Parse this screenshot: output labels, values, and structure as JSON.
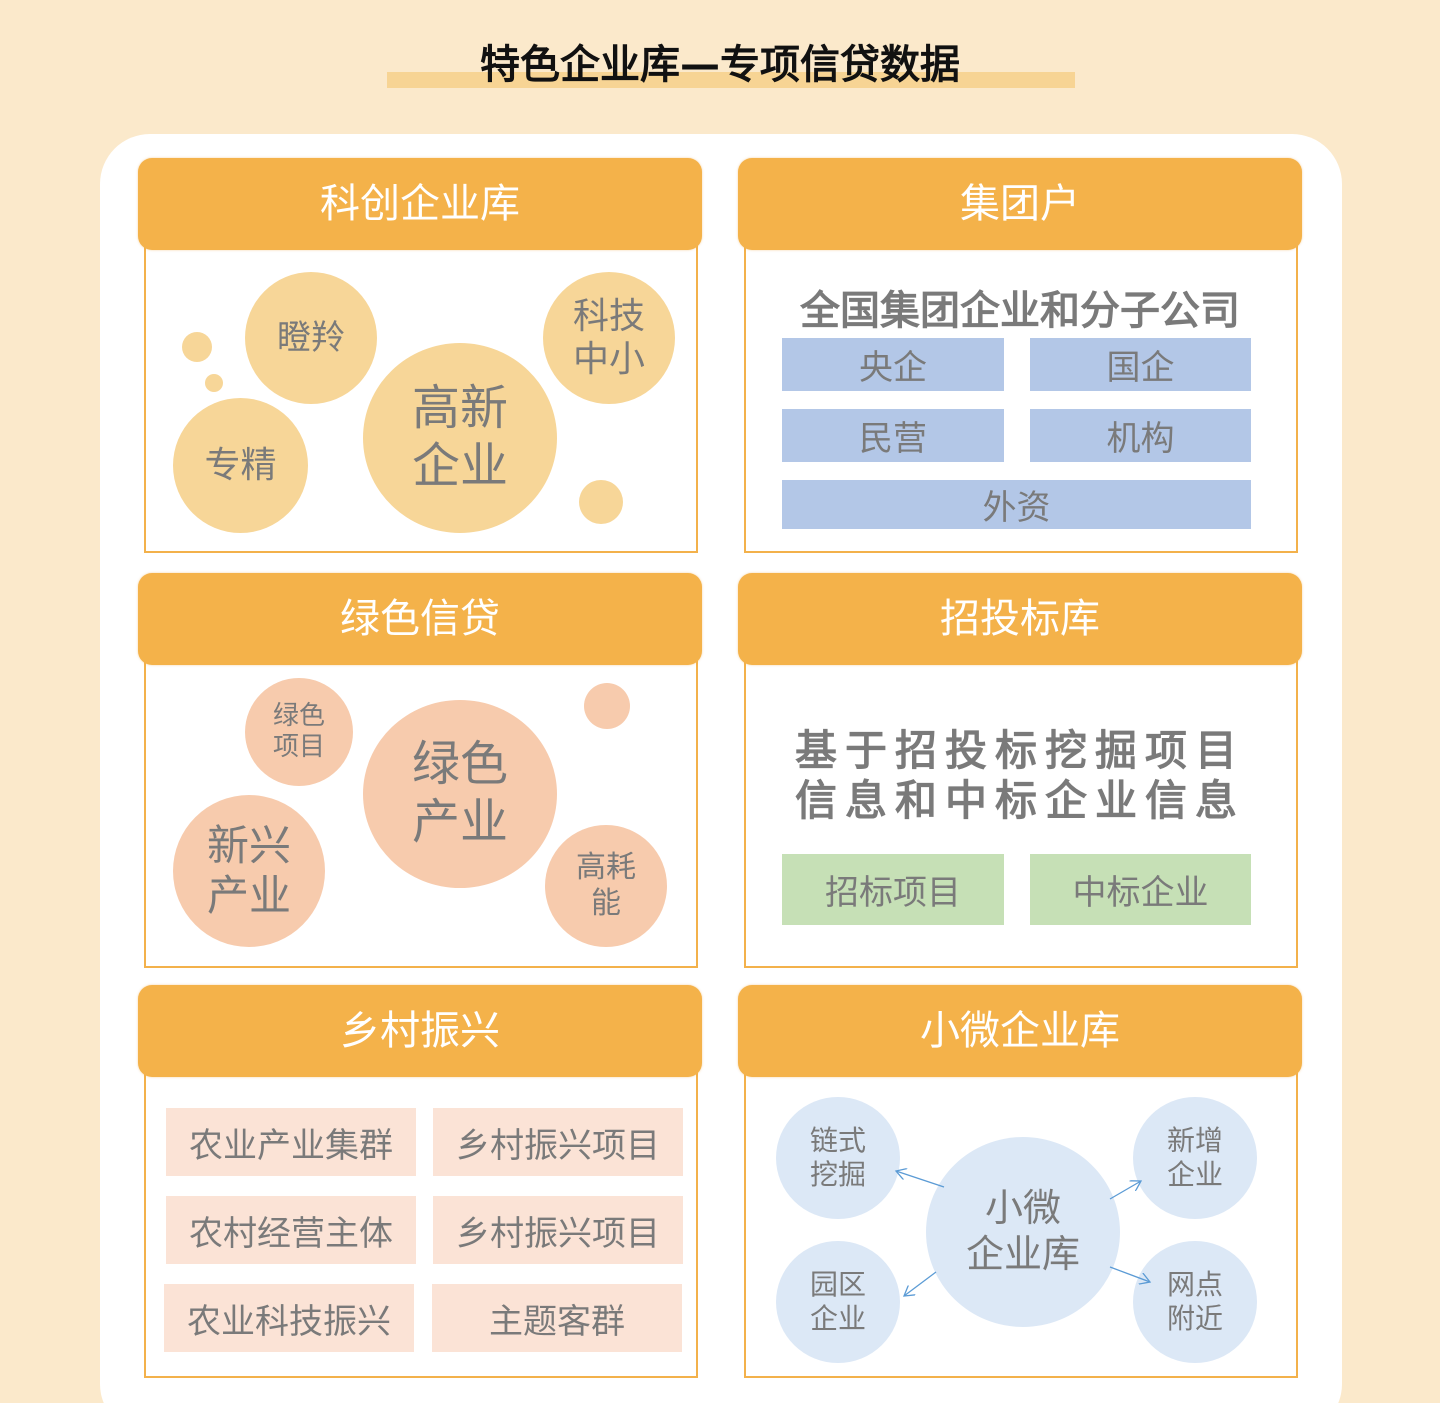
{
  "title": "特色企业库—专项信贷数据",
  "colors": {
    "page_bg": "#fbe9cb",
    "header_orange": "#f4b24a",
    "bubble_yellow": "#f7d698",
    "bubble_peach": "#f7cbad",
    "bubble_blue": "#dce8f6",
    "tile_blue": "#b3c7e7",
    "tile_green": "#c6e0b6",
    "tile_peach": "#fbe3d6",
    "text_gray": "#7a7a7a",
    "arrow_blue": "#5b9bd5"
  },
  "panels": {
    "kechuang": {
      "header": "科创企业库",
      "bubbles": [
        "瞪羚",
        "高新\n企业",
        "科技\n中小",
        "专精"
      ]
    },
    "jituan": {
      "header": "集团户",
      "subtitle": "全国集团企业和分子公司",
      "tiles": [
        "央企",
        "国企",
        "民营",
        "机构",
        "外资"
      ]
    },
    "lvse": {
      "header": "绿色信贷",
      "bubbles": [
        "绿色\n项目",
        "绿色\n产业",
        "新兴\n产业",
        "高耗\n能"
      ]
    },
    "zhaotoubiao": {
      "header": "招投标库",
      "description_line1": "基于招投标挖掘项目",
      "description_line2": "信息和中标企业信息",
      "tiles": [
        "招标项目",
        "中标企业"
      ]
    },
    "xiangcun": {
      "header": "乡村振兴",
      "tiles": [
        "农业产业集群",
        "乡村振兴项目",
        "农村经营主体",
        "乡村振兴项目",
        "农业科技振兴",
        "主题客群"
      ]
    },
    "xiaowei": {
      "header": "小微企业库",
      "center": "小微\n企业库",
      "satellites": [
        "链式\n挖掘",
        "新增\n企业",
        "园区\n企业",
        "网点\n附近"
      ]
    }
  }
}
